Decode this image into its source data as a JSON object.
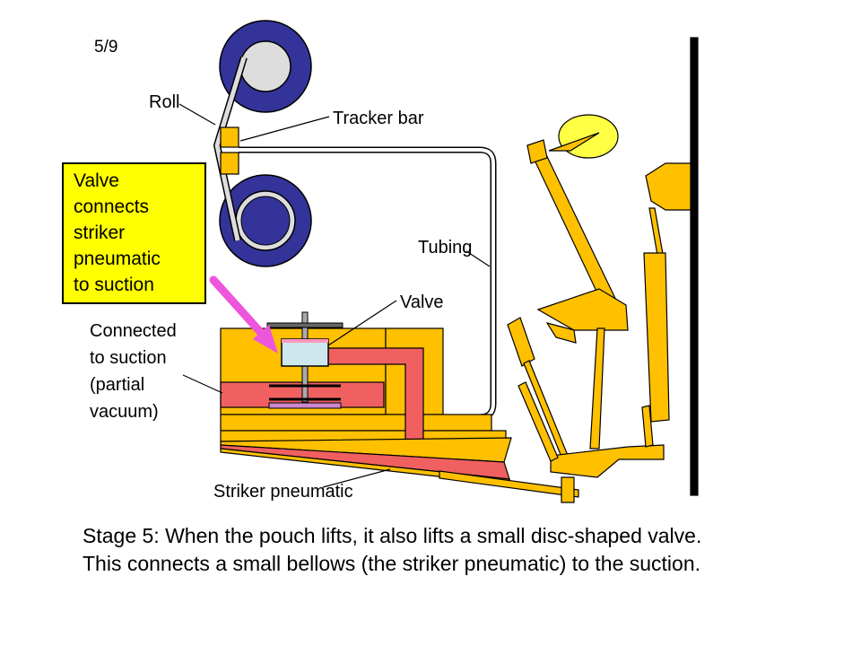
{
  "page_number": "5/9",
  "labels": {
    "roll": "Roll",
    "tracker_bar": "Tracker bar",
    "tubing": "Tubing",
    "valve": "Valve",
    "connected_lines": [
      "Connected",
      "to suction",
      "(partial",
      "vacuum)"
    ],
    "striker_pneumatic": "Striker pneumatic"
  },
  "callout": {
    "lines": [
      "Valve",
      "connects",
      "striker",
      "pneumatic",
      "to suction"
    ]
  },
  "caption": {
    "lines": [
      "Stage 5: When the pouch lifts, it also lifts a small disc-shaped valve.",
      "This connects a small bellows (the striker pneumatic) to the suction."
    ]
  },
  "colors": {
    "roll": "#333399",
    "roll_core": "#dddddd",
    "wood": "#ffc000",
    "suction": "#f06060",
    "valve_body": "#cce8ee",
    "hammer": "#ffff44",
    "arrow": "#ee55dd",
    "callout_bg": "#ffff00"
  }
}
